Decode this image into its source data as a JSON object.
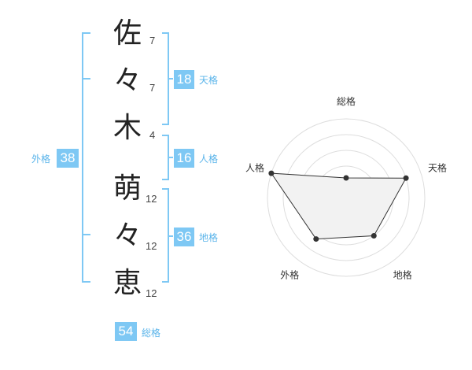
{
  "name": {
    "characters": [
      {
        "char": "佐",
        "strokes": "7"
      },
      {
        "char": "々",
        "strokes": "7"
      },
      {
        "char": "木",
        "strokes": "4"
      },
      {
        "char": "萌",
        "strokes": "12"
      },
      {
        "char": "々",
        "strokes": "12"
      },
      {
        "char": "恵",
        "strokes": "12"
      }
    ]
  },
  "kakusu": {
    "tenkaku": {
      "value": "18",
      "label": "天格"
    },
    "jinkaku": {
      "value": "16",
      "label": "人格"
    },
    "chikaku": {
      "value": "36",
      "label": "地格"
    },
    "gaikaku": {
      "value": "38",
      "label": "外格"
    },
    "soukaku": {
      "value": "54",
      "label": "総格"
    }
  },
  "colors": {
    "accent": "#7ec8f4",
    "accent_text": "#5ab4ea",
    "radar_fill": "#f2f2f2",
    "radar_line": "#333333",
    "grid": "#dddddd"
  },
  "chart_data": {
    "type": "radar",
    "categories": [
      "総格",
      "天格",
      "地格",
      "外格",
      "人格"
    ],
    "values": [
      0.25,
      0.8,
      0.6,
      0.65,
      1.0
    ],
    "ylim": [
      0,
      1
    ],
    "grid": true
  }
}
